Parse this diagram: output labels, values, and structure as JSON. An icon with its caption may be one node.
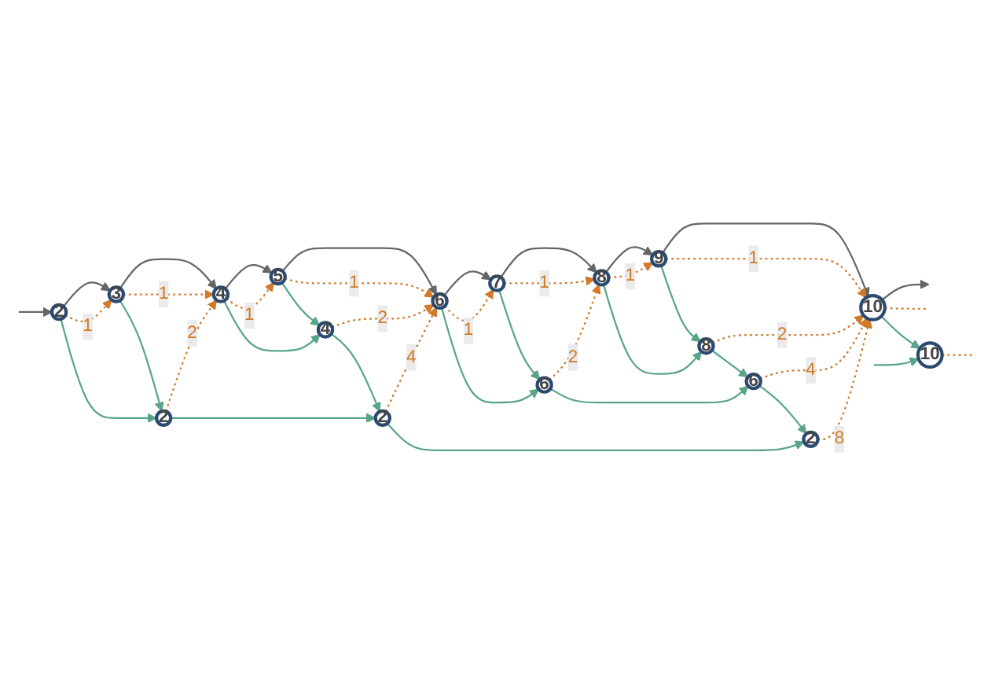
{
  "diagram": {
    "nodes": [
      {
        "text": [
          "2"
        ]
      },
      {
        "text": [
          "3"
        ]
      },
      {
        "text": [
          "4"
        ]
      },
      {
        "text": [
          "5"
        ]
      },
      {
        "text": [
          "6"
        ]
      },
      {
        "text": [
          "7"
        ]
      },
      {
        "text": [
          "8"
        ]
      },
      {
        "text": [
          "9"
        ]
      },
      {
        "text": [
          "10"
        ]
      },
      {
        "text": [
          "2"
        ]
      },
      {
        "text": [
          "4"
        ]
      },
      {
        "text": [
          "6"
        ]
      },
      {
        "text": [
          "8"
        ]
      },
      {
        "text": [
          "10"
        ]
      },
      {
        "text": [
          "2"
        ]
      },
      {
        "text": [
          "6"
        ]
      },
      {
        "text": [
          "2"
        ]
      }
    ],
    "edges": [
      {
        "from": null,
        "to": 0,
        "arrow": "to",
        "color": "#666666"
      },
      {
        "from": 0,
        "to": 1,
        "arrow": "to",
        "color": "#666666"
      },
      {
        "from": 1,
        "to": 2,
        "arrow": "to",
        "color": "#666666"
      },
      {
        "from": 2,
        "to": 3,
        "arrow": "to",
        "color": "#666666"
      },
      {
        "from": 3,
        "to": 4,
        "arrow": "to",
        "color": "#666666"
      },
      {
        "from": 4,
        "to": 5,
        "arrow": "to",
        "color": "#666666"
      },
      {
        "from": 5,
        "to": 6,
        "arrow": "to",
        "color": "#666666"
      },
      {
        "from": 6,
        "to": 7,
        "arrow": "to",
        "color": "#666666"
      },
      {
        "from": 7,
        "to": 8,
        "arrow": "to",
        "color": "#666666"
      },
      {
        "from": 8,
        "to": null,
        "arrow": "to",
        "color": "#666666"
      },
      {
        "from": 0,
        "to": 1,
        "arrow": "to",
        "label": "1",
        "style": "dashed"
      },
      {
        "from": 1,
        "to": 2,
        "arrow": "to",
        "label": "1",
        "style": "dashed"
      },
      {
        "from": 2,
        "to": 3,
        "arrow": "to",
        "label": "1",
        "style": "dashed"
      },
      {
        "from": 3,
        "to": 4,
        "arrow": "to",
        "label": "1",
        "style": "dashed"
      },
      {
        "from": 4,
        "to": 5,
        "arrow": "to",
        "label": "1",
        "style": "dashed"
      },
      {
        "from": 5,
        "to": 6,
        "arrow": "to",
        "label": "1",
        "style": "dashed"
      },
      {
        "from": 6,
        "to": 7,
        "arrow": "to",
        "label": "1",
        "style": "dashed"
      },
      {
        "from": 7,
        "to": 8,
        "arrow": "to",
        "label": "1",
        "style": "dashed"
      },
      {
        "from": 8,
        "to": null,
        "arrow": "none",
        "style": "dashed"
      },
      {
        "from": 0,
        "to": 9,
        "arrow": "to",
        "color": "#5aa58a"
      },
      {
        "from": 1,
        "to": 9,
        "arrow": "to",
        "color": "#5aa58a"
      },
      {
        "from": 2,
        "to": 10,
        "arrow": "to",
        "color": "#5aa58a"
      },
      {
        "from": 3,
        "to": 10,
        "arrow": "to",
        "color": "#5aa58a"
      },
      {
        "from": 4,
        "to": 11,
        "arrow": "to",
        "color": "#5aa58a"
      },
      {
        "from": 5,
        "to": 11,
        "arrow": "to",
        "color": "#5aa58a"
      },
      {
        "from": 6,
        "to": 12,
        "arrow": "to",
        "color": "#5aa58a"
      },
      {
        "from": 7,
        "to": 12,
        "arrow": "to",
        "color": "#5aa58a"
      },
      {
        "from": 8,
        "to": 13,
        "arrow": "to",
        "color": "#5aa58a"
      },
      {
        "from": null,
        "to": 13,
        "arrow": "to",
        "color": "#5aa58a"
      },
      {
        "from": 9,
        "to": 2,
        "arrow": "to",
        "label": "2",
        "style": "dashed"
      },
      {
        "from": 10,
        "to": 4,
        "arrow": "to",
        "label": "2",
        "style": "dashed"
      },
      {
        "from": 11,
        "to": 6,
        "arrow": "to",
        "label": "2",
        "style": "dashed"
      },
      {
        "from": 12,
        "to": 8,
        "arrow": "to",
        "label": "2",
        "style": "dashed"
      },
      {
        "from": 13,
        "to": null,
        "arrow": "none",
        "style": "dashed"
      },
      {
        "from": 9,
        "to": 14,
        "arrow": "to",
        "color": "#5aa58a"
      },
      {
        "from": 10,
        "to": 14,
        "arrow": "to",
        "color": "#5aa58a"
      },
      {
        "from": 11,
        "to": 15,
        "arrow": "to",
        "color": "#5aa58a"
      },
      {
        "from": 12,
        "to": 15,
        "arrow": "to",
        "color": "#5aa58a"
      },
      {
        "from": 14,
        "to": 4,
        "arrow": "to",
        "label": "4",
        "style": "dashed"
      },
      {
        "from": 15,
        "to": 8,
        "arrow": "to",
        "label": "4",
        "style": "dashed"
      },
      {
        "from": 14,
        "to": 16,
        "arrow": "to",
        "color": "#5aa58a"
      },
      {
        "from": 15,
        "to": 16,
        "arrow": "to",
        "color": "#5aa58a"
      },
      {
        "from": 16,
        "to": 8,
        "arrow": "to",
        "label": "8",
        "style": "dashed"
      }
    ]
  }
}
